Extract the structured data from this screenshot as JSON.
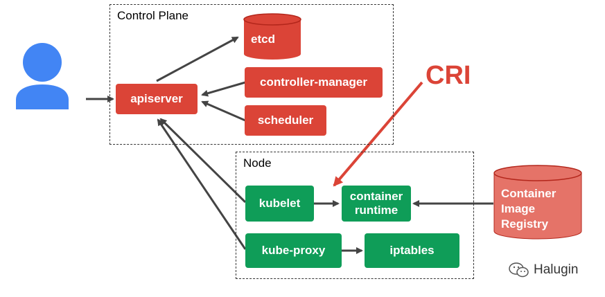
{
  "groups": {
    "control_plane": "Control Plane",
    "node": "Node"
  },
  "components": {
    "etcd": "etcd",
    "apiserver": "apiserver",
    "controller_manager": "controller-manager",
    "scheduler": "scheduler",
    "kubelet": "kubelet",
    "container_runtime_line1": "container",
    "container_runtime_line2": "runtime",
    "kube_proxy": "kube-proxy",
    "iptables": "iptables",
    "registry_line1": "Container",
    "registry_line2": "Image",
    "registry_line3": "Registry"
  },
  "annotations": {
    "cri": "CRI"
  },
  "watermark": {
    "text": "Halugin",
    "icon": "wechat-icon"
  },
  "colors": {
    "control_plane_component": "#db4437",
    "node_component": "#0f9d58",
    "registry": "#e57368",
    "user": "#4285f4",
    "arrow": "#444444",
    "cri_arrow": "#db4437"
  },
  "icons": {
    "user": "user-icon",
    "database": "cylinder-icon"
  }
}
